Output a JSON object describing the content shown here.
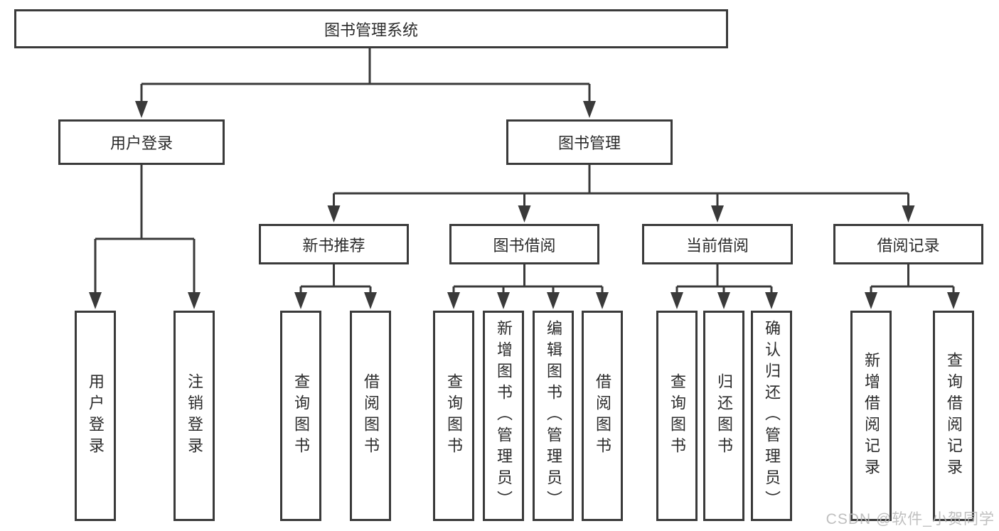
{
  "colors": {
    "line": "#3a3a3a",
    "text": "#2b2b2b",
    "watermark": "#b9b9b9",
    "background": "#ffffff"
  },
  "tree": {
    "label": "图书管理系统",
    "children": [
      {
        "label": "用户登录",
        "children": [
          {
            "label": "用户登录"
          },
          {
            "label": "注销登录"
          }
        ]
      },
      {
        "label": "图书管理",
        "children": [
          {
            "label": "新书推荐",
            "children": [
              {
                "label": "查询图书"
              },
              {
                "label": "借阅图书"
              }
            ]
          },
          {
            "label": "图书借阅",
            "children": [
              {
                "label": "查询图书"
              },
              {
                "label": "新增图书（管理员）"
              },
              {
                "label": "编辑图书（管理员）"
              },
              {
                "label": "借阅图书"
              }
            ]
          },
          {
            "label": "当前借阅",
            "children": [
              {
                "label": "查询图书"
              },
              {
                "label": "归还图书"
              },
              {
                "label": "确认归还（管理员）"
              }
            ]
          },
          {
            "label": "借阅记录",
            "children": [
              {
                "label": "新增借阅记录"
              },
              {
                "label": "查询借阅记录"
              }
            ]
          }
        ]
      }
    ]
  },
  "watermark": "CSDN @软件_小贺同学"
}
